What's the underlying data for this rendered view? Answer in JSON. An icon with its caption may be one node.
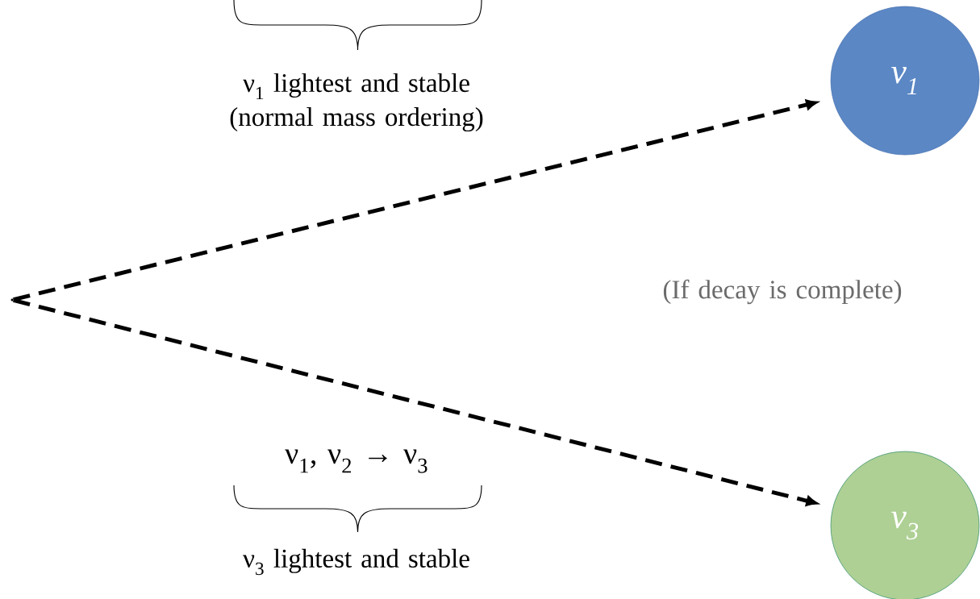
{
  "diagram": {
    "nodes": [
      {
        "text": [],
        "shape": "point"
      },
      {
        "text": [
          "ν$_{1}$"
        ]
      },
      {
        "text": [
          "ν$_{3}$"
        ]
      }
    ],
    "edges": [
      {
        "from": 0,
        "to": 1,
        "arrow": "to",
        "style": "dashed"
      },
      {
        "from": 0,
        "to": 2,
        "arrow": "to",
        "style": "dashed"
      }
    ],
    "labels": [
      "ν$_{1}$ lightest and stable (normal mass ordering)",
      "(If decay is complete)",
      "ν$_{1}$, ν$_{2}$ → ν$_{3}$",
      "ν$_{3}$ lightest and stable"
    ]
  }
}
